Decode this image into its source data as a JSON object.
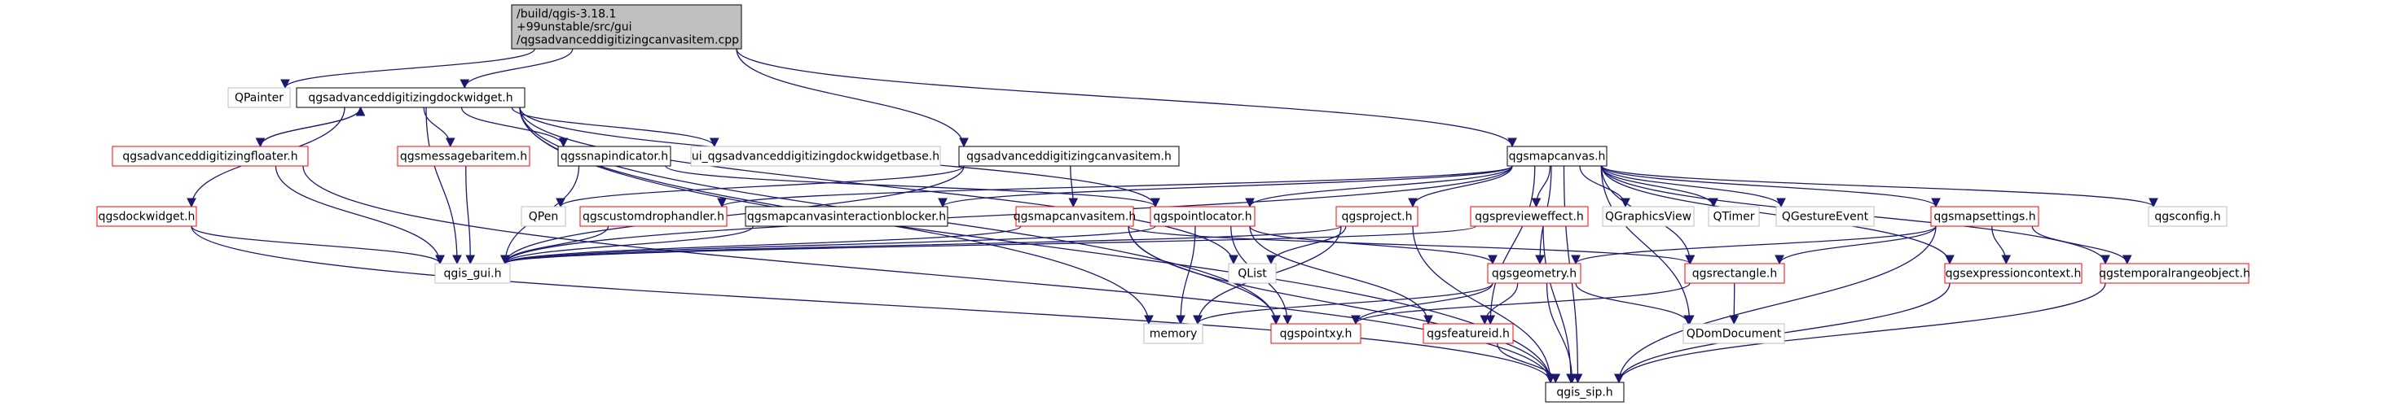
{
  "graph": {
    "title": "Include dependency graph for qgsadvanceddigitizingcanvasitem.cpp",
    "colors": {
      "root_fill": "#bfbfbf",
      "root_stroke": "#000000",
      "doc_stroke": "#000000",
      "red_stroke": "#ff0000",
      "grey_stroke": "#bfbfbf",
      "edge": "#191970"
    },
    "nodes": [
      {
        "id": "root",
        "kind": "root",
        "lines": [
          "/build/qgis-3.18.1",
          "+99unstable/src/gui",
          "/qgsadvanceddigitizingcanvasitem.cpp"
        ]
      },
      {
        "id": "qpainter",
        "kind": "grey",
        "lines": [
          "QPainter"
        ]
      },
      {
        "id": "dockwidget_h",
        "kind": "doc",
        "lines": [
          "qgsadvanceddigitizingdockwidget.h"
        ]
      },
      {
        "id": "canvasitem_h",
        "kind": "doc",
        "lines": [
          "qgsadvanceddigitizingcanvasitem.h"
        ]
      },
      {
        "id": "mapcanvas_h",
        "kind": "doc",
        "lines": [
          "qgsmapcanvas.h"
        ]
      },
      {
        "id": "floater_h",
        "kind": "red",
        "lines": [
          "qgsadvanceddigitizingfloater.h"
        ]
      },
      {
        "id": "messagebaritem_h",
        "kind": "red",
        "lines": [
          "qgsmessagebaritem.h"
        ]
      },
      {
        "id": "snapindicator_h",
        "kind": "doc",
        "lines": [
          "qgssnapindicator.h"
        ]
      },
      {
        "id": "ui_dockwidgetbase_h",
        "kind": "grey",
        "lines": [
          "ui_qgsadvanceddigitizingdockwidgetbase.h"
        ]
      },
      {
        "id": "qgsdockwidget_h",
        "kind": "red",
        "lines": [
          "qgsdockwidget.h"
        ]
      },
      {
        "id": "qpen",
        "kind": "grey",
        "lines": [
          "QPen"
        ]
      },
      {
        "id": "customdrophandler_h",
        "kind": "red",
        "lines": [
          "qgscustomdrophandler.h"
        ]
      },
      {
        "id": "interactionblocker_h",
        "kind": "doc",
        "lines": [
          "qgsmapcanvasinteractionblocker.h"
        ]
      },
      {
        "id": "mapcanvasitem_h",
        "kind": "red",
        "lines": [
          "qgsmapcanvasitem.h"
        ]
      },
      {
        "id": "pointlocator_h",
        "kind": "red",
        "lines": [
          "qgspointlocator.h"
        ]
      },
      {
        "id": "project_h",
        "kind": "red",
        "lines": [
          "qgsproject.h"
        ]
      },
      {
        "id": "previeweffect_h",
        "kind": "red",
        "lines": [
          "qgspreviewеffect.h"
        ]
      },
      {
        "id": "qgraphicsview",
        "kind": "grey",
        "lines": [
          "QGraphicsView"
        ]
      },
      {
        "id": "qtimer",
        "kind": "grey",
        "lines": [
          "QTimer"
        ]
      },
      {
        "id": "qgestureevent",
        "kind": "grey",
        "lines": [
          "QGestureEvent"
        ]
      },
      {
        "id": "mapsettings_h",
        "kind": "red",
        "lines": [
          "qgsmapsettings.h"
        ]
      },
      {
        "id": "qgsconfig_h",
        "kind": "grey",
        "lines": [
          "qgsconfig.h"
        ]
      },
      {
        "id": "qgis_gui_h",
        "kind": "grey",
        "lines": [
          "qgis_gui.h"
        ]
      },
      {
        "id": "qlist",
        "kind": "grey",
        "lines": [
          "QList"
        ]
      },
      {
        "id": "geometry_h",
        "kind": "red",
        "lines": [
          "qgsgeometry.h"
        ]
      },
      {
        "id": "rectangle_h",
        "kind": "red",
        "lines": [
          "qgsrectangle.h"
        ]
      },
      {
        "id": "expressioncontext_h",
        "kind": "red",
        "lines": [
          "qgsexpressioncontext.h"
        ]
      },
      {
        "id": "temporalrangeobject_h",
        "kind": "red",
        "lines": [
          "qgstemporalrangeobject.h"
        ]
      },
      {
        "id": "memory",
        "kind": "grey",
        "lines": [
          "memory"
        ]
      },
      {
        "id": "pointxy_h",
        "kind": "red",
        "lines": [
          "qgspointxy.h"
        ]
      },
      {
        "id": "featureid_h",
        "kind": "red",
        "lines": [
          "qgsfeatureid.h"
        ]
      },
      {
        "id": "qdomdocument",
        "kind": "grey",
        "lines": [
          "QDomDocument"
        ]
      },
      {
        "id": "qgis_sip_h",
        "kind": "doc",
        "lines": [
          "qgis_sip.h"
        ]
      }
    ]
  }
}
